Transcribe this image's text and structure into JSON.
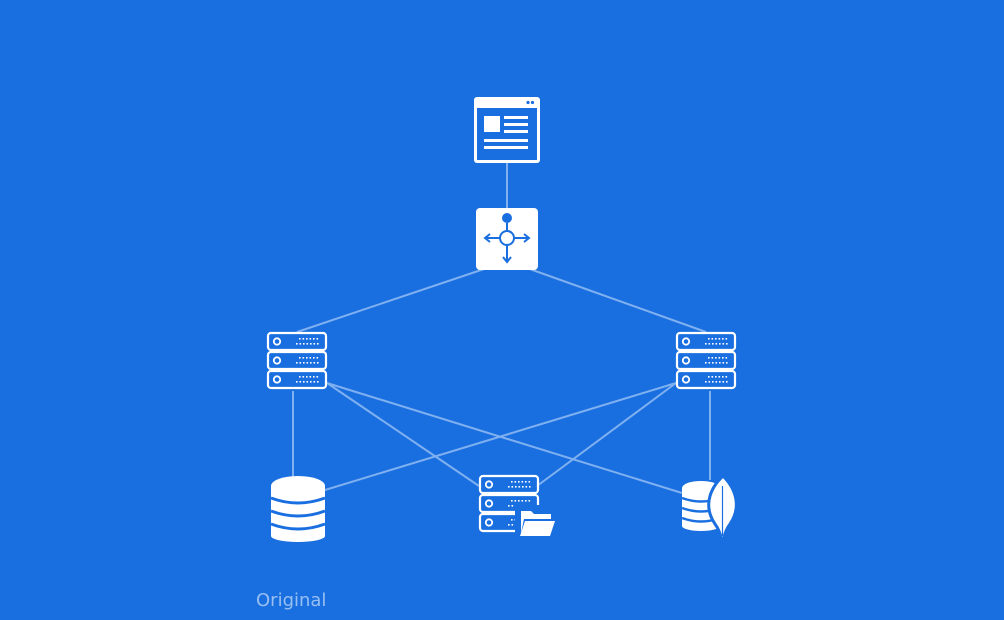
{
  "caption": "Original",
  "colors": {
    "background": "#1a6fe0",
    "icon": "#ffffff",
    "edge": "#7fb0f0"
  },
  "nodes": [
    {
      "id": "web-page",
      "icon": "browser-window-icon"
    },
    {
      "id": "load-balancer",
      "icon": "load-balancer-icon"
    },
    {
      "id": "server-left",
      "icon": "server-rack-icon"
    },
    {
      "id": "server-right",
      "icon": "server-rack-icon"
    },
    {
      "id": "database",
      "icon": "database-icon"
    },
    {
      "id": "file-server",
      "icon": "file-server-icon"
    },
    {
      "id": "mongodb",
      "icon": "mongodb-icon"
    }
  ],
  "edges": [
    [
      "web-page",
      "load-balancer"
    ],
    [
      "load-balancer",
      "server-left"
    ],
    [
      "load-balancer",
      "server-right"
    ],
    [
      "server-left",
      "database"
    ],
    [
      "server-left",
      "file-server"
    ],
    [
      "server-left",
      "mongodb"
    ],
    [
      "server-right",
      "database"
    ],
    [
      "server-right",
      "file-server"
    ],
    [
      "server-right",
      "mongodb"
    ]
  ]
}
